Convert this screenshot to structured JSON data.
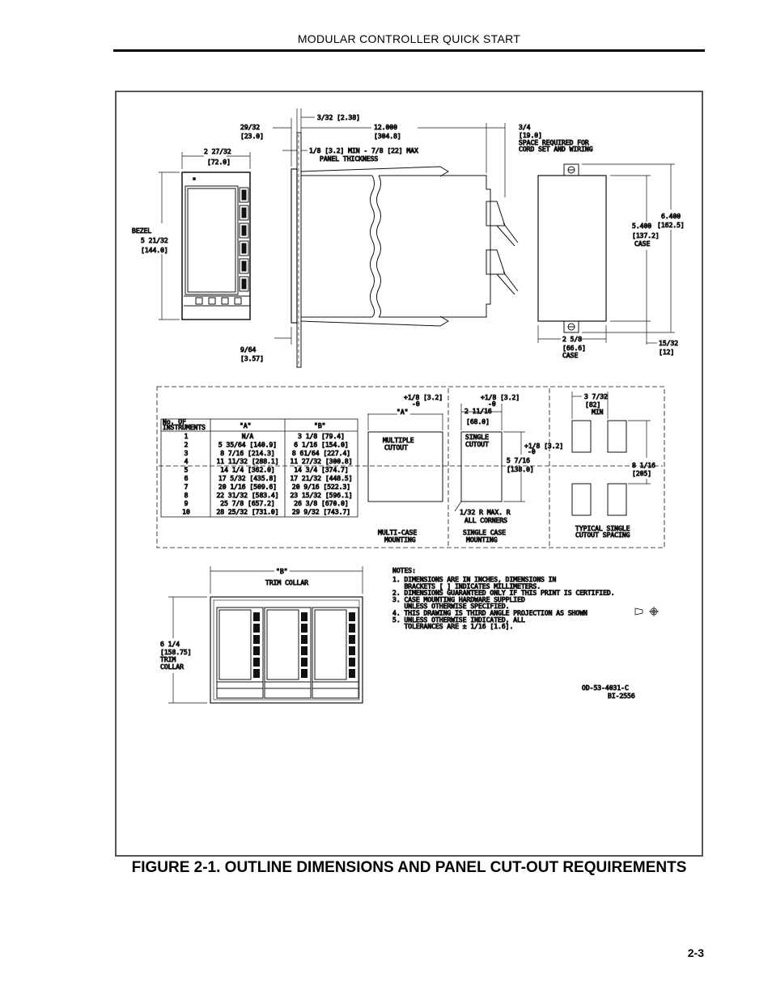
{
  "page": {
    "header": "MODULAR CONTROLLER QUICK START",
    "caption": "FIGURE 2-1. OUTLINE DIMENSIONS AND PANEL CUT-OUT REQUIREMENTS",
    "page_number": "2-3"
  },
  "drawing": {
    "side": {
      "d1": "3/32 [2.38]",
      "d2a": "29/32",
      "d2b": "[23.0]",
      "d3a": "12.000",
      "d3b": "[304.8]",
      "d4a": "3/4",
      "d4b": "[19.0]",
      "d4c": "SPACE REQUIRED FOR",
      "d4d": "CORD SET AND WIRING",
      "d5a": "1/8 [3.2] MIN - 7/8 [22] MAX",
      "d5b": "PANEL THICKNESS",
      "d6a": "9/64",
      "d6b": "[3.57]"
    },
    "front": {
      "w1": "2 27/32",
      "w2": "[72.0]",
      "h1": "BEZEL",
      "h2": "5 21/32",
      "h3": "[144.0]"
    },
    "rear": {
      "h1": "5.400",
      "h2": "[137.2]",
      "h3": "CASE",
      "h4": "6.400",
      "h5": "[162.5]",
      "w1": "2 5/8",
      "w2": "[66.6]",
      "w3": "CASE",
      "d1": "15/32",
      "d2": "[12]"
    },
    "table": {
      "headers": [
        "No. OF INSTRUMENTS",
        "\"A\"",
        "\"B\""
      ],
      "rows": [
        [
          "1",
          "N/A",
          "3 1/8 [79.4]"
        ],
        [
          "2",
          "5 35/64 [140.9]",
          "6 1/16 [154.0]"
        ],
        [
          "3",
          "8 7/16 [214.3]",
          "8 61/64 [227.4]"
        ],
        [
          "4",
          "11 11/32 [288.1]",
          "11 27/32 [300.8]"
        ],
        [
          "5",
          "14 1/4 [362.0]",
          "14 3/4 [374.7]"
        ],
        [
          "6",
          "17 5/32 [435.8]",
          "17 21/32 [448.5]"
        ],
        [
          "7",
          "20 1/16 [509.6]",
          "20 9/16 [522.3]"
        ],
        [
          "8",
          "22 31/32 [583.4]",
          "23 15/32 [596.1]"
        ],
        [
          "9",
          "25 7/8 [657.2]",
          "26 3/8 [670.0]"
        ],
        [
          "10",
          "28 25/32 [731.0]",
          "29 9/32 [743.7]"
        ]
      ]
    },
    "cutout": {
      "m_tol1": "+1/8 [3.2]",
      "m_tol2": "-0",
      "m_a": "\"A\"",
      "m_label1": "MULTIPLE",
      "m_label2": "CUTOUT",
      "m_cap1": "MULTI-CASE",
      "m_cap2": "MOUNTING",
      "s_tol1": "+1/8 [3.2]",
      "s_tol2": "-0",
      "s_w1": "2 11/16",
      "s_w2": "[68.0]",
      "s_label1": "SINGLE",
      "s_label2": "CUTOUT",
      "s_htol1": "+1/8 [3.2]",
      "s_htol2": "-0",
      "s_h1": "5 7/16",
      "s_h2": "[138.0]",
      "s_r1": "1/32 R MAX. R",
      "s_r2": "ALL CORNERS",
      "s_cap1": "SINGLE CASE",
      "s_cap2": "MOUNTING",
      "t_w1": "3 7/32",
      "t_w2": "[82]",
      "t_w3": "MIN",
      "t_h1": "8 1/16",
      "t_h2": "[205]",
      "t_cap1": "TYPICAL SINGLE",
      "t_cap2": "CUTOUT SPACING"
    },
    "trim": {
      "b": "\"B\"",
      "label": "TRIM COLLAR",
      "h1": "6 1/4",
      "h2": "[158.75]",
      "h3": "TRIM",
      "h4": "COLLAR"
    },
    "notes": {
      "title": "NOTES:",
      "lines": [
        "1. DIMENSIONS ARE IN INCHES, DIMENSIONS IN",
        "   BRACKETS [ ] INDICATES MILLIMETERS.",
        "2. DIMENSIONS GUARANTEED ONLY IF THIS PRINT IS CERTIFIED.",
        "3. CASE MOUNTING HARDWARE SUPPLIED",
        "   UNLESS OTHERWISE SPECIFIED.",
        "4. THIS DRAWING IS THIRD ANGLE PROJECTION AS SHOWN",
        "5. UNLESS OTHERWISE INDICATED, ALL",
        "   TOLERANCES ARE ± 1/16 [1.6]."
      ],
      "doc1": "OD-53-4031-C",
      "doc2": "BI-2556"
    }
  }
}
